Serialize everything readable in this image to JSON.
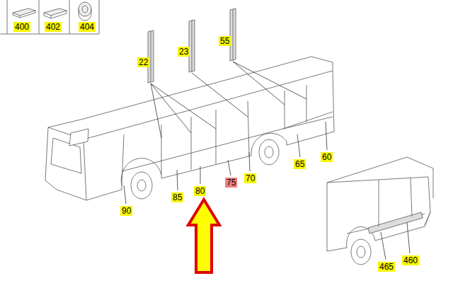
{
  "diagram": {
    "labels": [
      "400",
      "402",
      "404",
      "22",
      "23",
      "55",
      "90",
      "85",
      "80",
      "75",
      "70",
      "65",
      "60",
      "465",
      "460"
    ]
  }
}
